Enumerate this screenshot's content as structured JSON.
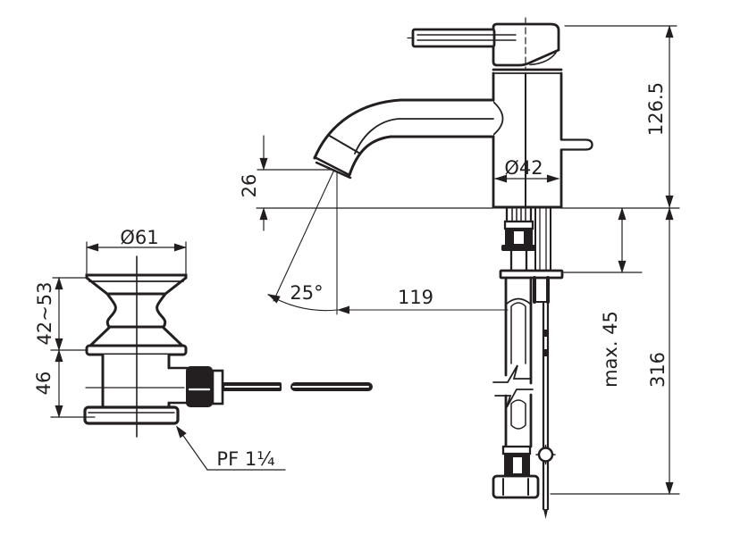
{
  "colors": {
    "ink": "#231f20",
    "background": "#ffffff"
  },
  "drain_view": {
    "flange_diameter": "Ø61",
    "upper_height_range": "42~53",
    "lower_height": "46",
    "thread_label": "PF 1¼"
  },
  "faucet_view": {
    "spout_to_top_height": "126.5",
    "body_diameter": "Ø42",
    "spout_outlet_height": "26",
    "spout_angle": "25°",
    "spout_reach": "119",
    "max_deck_thickness": "max. 45",
    "below_deck_length": "316"
  }
}
